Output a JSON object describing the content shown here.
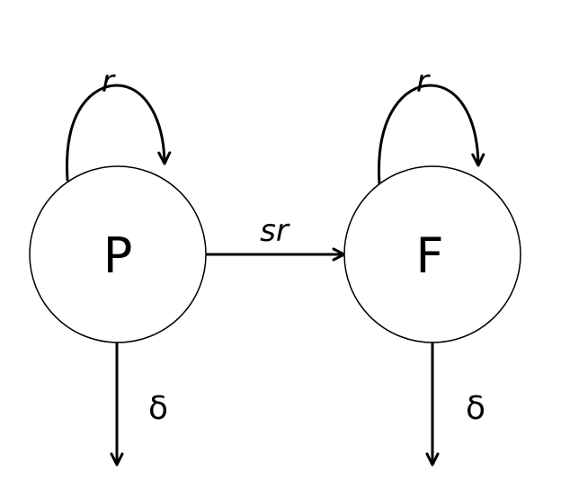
{
  "nodes": {
    "p": {
      "label": "P"
    },
    "f": {
      "label": "F"
    }
  },
  "edges": {
    "p_self_loop": {
      "label": "r"
    },
    "f_self_loop": {
      "label": "r"
    },
    "p_to_f": {
      "label": "sr"
    },
    "p_decay": {
      "label": "δ"
    },
    "f_decay": {
      "label": "δ"
    }
  },
  "colors": {
    "stroke": "#000000",
    "background": "#ffffff"
  }
}
